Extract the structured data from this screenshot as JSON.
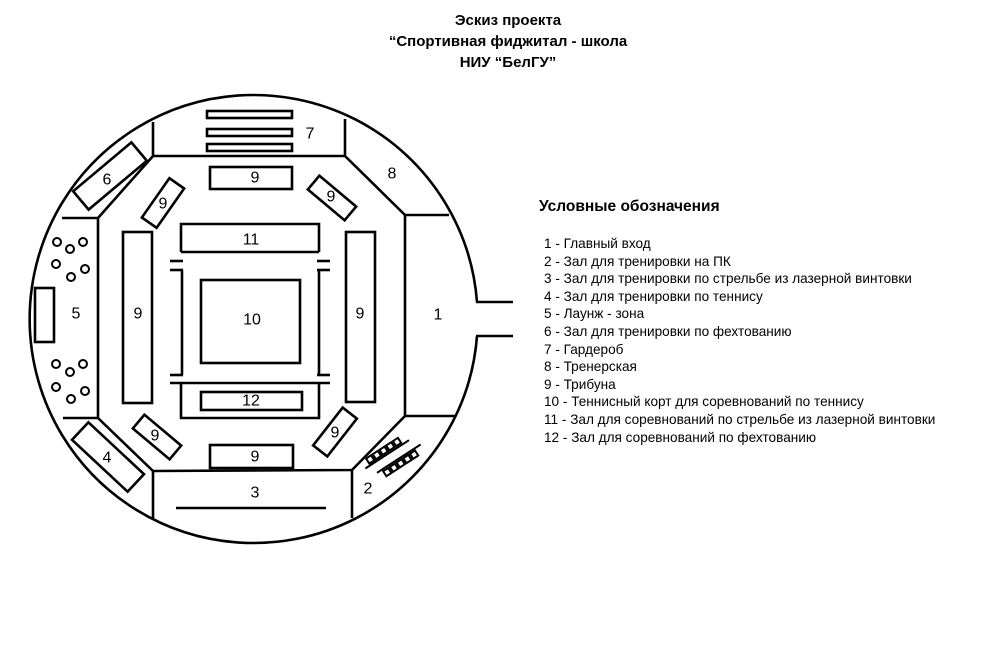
{
  "title": {
    "line1": "Эскиз проекта",
    "line2": "“Спортивная фиджитал - школа",
    "line3": "НИУ “БелГУ”"
  },
  "plan_labels": {
    "entrance": "1",
    "pc_hall": "2",
    "laser_training": "3",
    "tennis_training": "4",
    "lounge": "5",
    "fencing_training": "6",
    "wardrobe": "7",
    "coach_room": "8",
    "stand": "9",
    "tennis_court": "10",
    "laser_competition": "11",
    "fencing_competition": "12"
  },
  "legend": {
    "title": "Условные обозначения",
    "items": [
      "1 - Главный вход",
      "2 - Зал для тренировки на ПК",
      "3 - Зал для тренировки по стрельбе из лазерной винтовки",
      "4 - Зал для тренировки по теннису",
      "5 - Лаунж - зона",
      "6 - Зал для тренировки по фехтованию",
      "7 - Гардероб",
      "8 - Тренерская",
      "9 - Трибуна",
      "10 - Теннисный корт для соревнований по теннису",
      "11 - Зал для соревнований по стрельбе из лазерной винтовки",
      "12 - Зал для соревнований по фехтованию"
    ]
  }
}
